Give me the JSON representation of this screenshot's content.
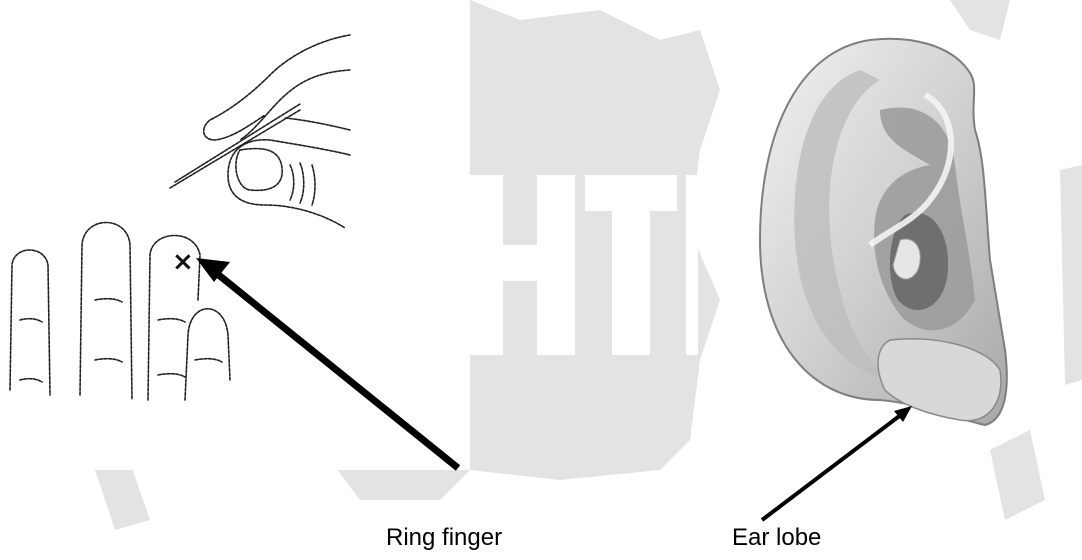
{
  "labels": {
    "ring_finger": "Ring finger",
    "ear_lobe": "Ear lobe"
  },
  "fingertip_mark": "×",
  "watermark_text": "HTI",
  "colors": {
    "background": "#ffffff",
    "watermark": "#e3e3e3",
    "line_art": "#222222",
    "arrow": "#000000",
    "ear_light": "#ececec",
    "ear_mid": "#bdbdbd",
    "ear_dark": "#7e7e7e"
  }
}
